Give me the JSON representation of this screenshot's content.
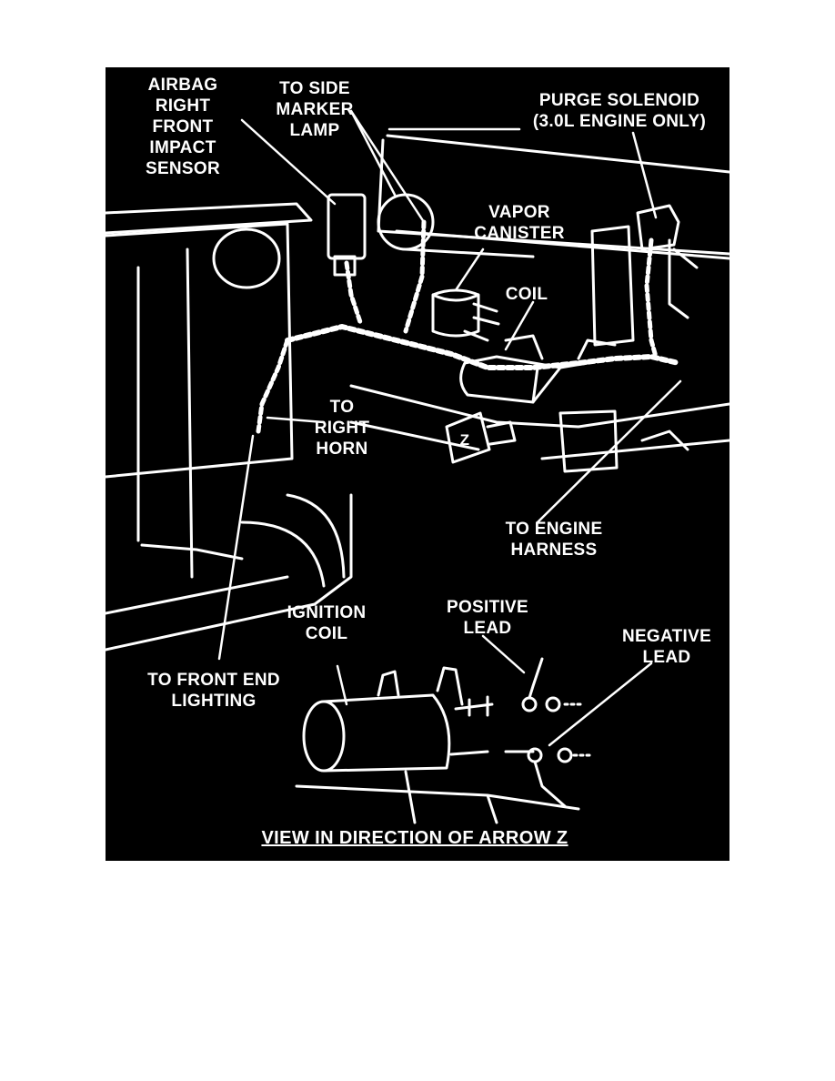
{
  "colors": {
    "background": "#000000",
    "linework": "#ffffff",
    "page": "#ffffff"
  },
  "labels": {
    "airbag_sensor": "AIRBAG\nRIGHT FRONT\nIMPACT\nSENSOR",
    "side_marker": "TO SIDE\nMARKER\nLAMP",
    "purge_solenoid": "PURGE SOLENOID\n(3.0L ENGINE ONLY)",
    "vapor_canister": "VAPOR\nCANISTER",
    "coil": "COIL",
    "right_horn": "TO\nRIGHT\nHORN",
    "arrow_z": "Z",
    "engine_harness": "TO ENGINE\nHARNESS",
    "ignition_coil": "IGNITION\nCOIL",
    "positive_lead": "POSITIVE\nLEAD",
    "negative_lead": "NEGATIVE\nLEAD",
    "front_end_lighting": "TO FRONT END\nLIGHTING"
  },
  "caption": "VIEW IN DIRECTION OF ARROW Z"
}
